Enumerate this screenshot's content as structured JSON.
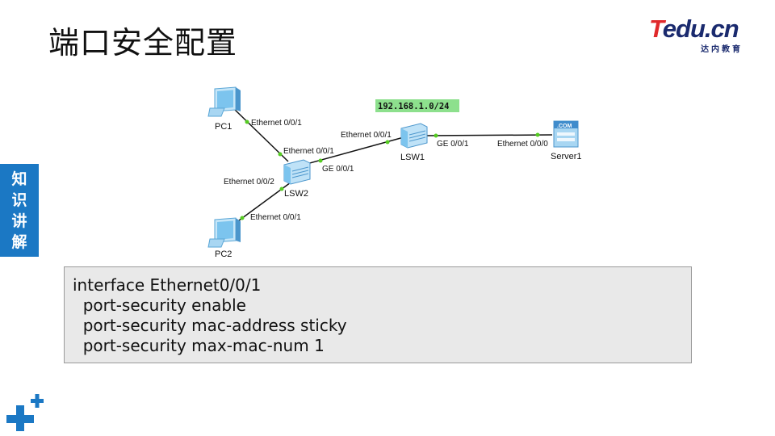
{
  "page": {
    "title": "端口安全配置"
  },
  "logo": {
    "brand_t": "T",
    "brand_rest": "edu.cn",
    "subtitle": "达内教育"
  },
  "side_tab": {
    "chars": [
      "知",
      "识",
      "讲",
      "解"
    ]
  },
  "topology": {
    "subnet": "192.168.1.0/24",
    "devices": {
      "pc1": "PC1",
      "pc2": "PC2",
      "lsw2": "LSW2",
      "lsw1": "LSW1",
      "server1": "Server1",
      "server_badge": ".COM"
    },
    "ports": {
      "pc1_eth": "Ethernet 0/0/1",
      "lsw2_eth1": "Ethernet 0/0/1",
      "lsw2_eth2": "Ethernet 0/0/2",
      "pc2_eth": "Ethernet 0/0/1",
      "lsw2_ge": "GE 0/0/1",
      "lsw1_eth": "Ethernet 0/0/1",
      "lsw1_ge": "GE 0/0/1",
      "server_eth": "Ethernet 0/0/0"
    },
    "colors": {
      "link": "#111111",
      "port_dot": "#55cc22",
      "subnet_bg": "#8de08d"
    }
  },
  "config": {
    "lines": [
      "interface Ethernet0/0/1",
      "  port-security enable",
      "  port-security mac-address sticky",
      "  port-security max-mac-num 1"
    ]
  }
}
